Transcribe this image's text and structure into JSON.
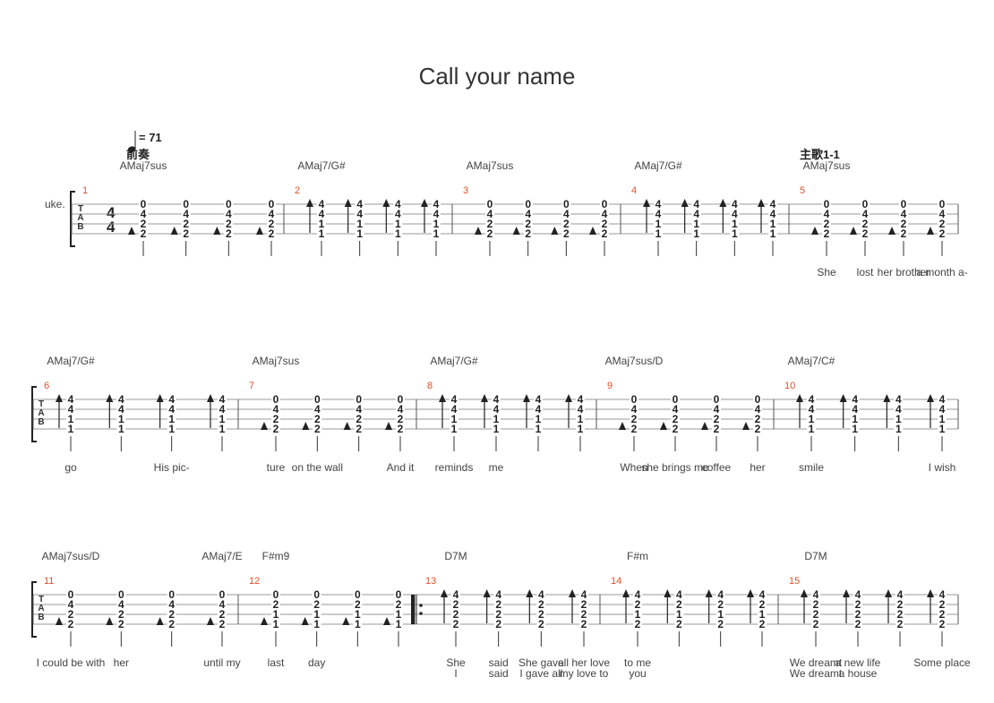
{
  "title": "Call your name",
  "tempo": "= 71",
  "instrument": "uke.",
  "tab_label": [
    "T",
    "A",
    "B"
  ],
  "time_signature": [
    "4",
    "4"
  ],
  "sections": [
    "前奏",
    "主歌1-1"
  ],
  "systems": [
    {
      "measures": [
        {
          "num": "1",
          "chords": [
            "AMaj7sus"
          ],
          "beats": [
            [
              "0",
              "4",
              "2",
              "2"
            ],
            [
              "0",
              "4",
              "2",
              "2"
            ],
            [
              "0",
              "4",
              "2",
              "2"
            ],
            [
              "0",
              "4",
              "2",
              "2"
            ]
          ],
          "lyrics": []
        },
        {
          "num": "2",
          "chords": [
            "AMaj7/G#"
          ],
          "beats": [
            [
              "4",
              "4",
              "1",
              "1"
            ],
            [
              "4",
              "4",
              "1",
              "1"
            ],
            [
              "4",
              "4",
              "1",
              "1"
            ],
            [
              "4",
              "4",
              "1",
              "1"
            ]
          ],
          "lyrics": []
        },
        {
          "num": "3",
          "chords": [
            "AMaj7sus"
          ],
          "beats": [
            [
              "0",
              "4",
              "2",
              "2"
            ],
            [
              "0",
              "4",
              "2",
              "2"
            ],
            [
              "0",
              "4",
              "2",
              "2"
            ],
            [
              "0",
              "4",
              "2",
              "2"
            ]
          ],
          "lyrics": []
        },
        {
          "num": "4",
          "chords": [
            "AMaj7/G#"
          ],
          "beats": [
            [
              "4",
              "4",
              "1",
              "1"
            ],
            [
              "4",
              "4",
              "1",
              "1"
            ],
            [
              "4",
              "4",
              "1",
              "1"
            ],
            [
              "4",
              "4",
              "1",
              "1"
            ]
          ],
          "lyrics": []
        },
        {
          "num": "5",
          "chords": [
            "AMaj7sus"
          ],
          "beats": [
            [
              "0",
              "4",
              "2",
              "2"
            ],
            [
              "0",
              "4",
              "2",
              "2"
            ],
            [
              "0",
              "4",
              "2",
              "2"
            ],
            [
              "0",
              "4",
              "2",
              "2"
            ]
          ],
          "lyrics": [
            "She",
            "lost",
            "her brother",
            "a month a-"
          ]
        }
      ]
    },
    {
      "measures": [
        {
          "num": "6",
          "chords": [
            "AMaj7/G#"
          ],
          "beats": [
            [
              "4",
              "4",
              "1",
              "1"
            ],
            [
              "4",
              "4",
              "1",
              "1"
            ],
            [
              "4",
              "4",
              "1",
              "1"
            ],
            [
              "4",
              "4",
              "1",
              "1"
            ]
          ],
          "lyrics": [
            "go",
            "",
            "His pic-",
            ""
          ]
        },
        {
          "num": "7",
          "chords": [
            "AMaj7sus"
          ],
          "beats": [
            [
              "0",
              "4",
              "2",
              "2"
            ],
            [
              "0",
              "4",
              "2",
              "2"
            ],
            [
              "0",
              "4",
              "2",
              "2"
            ],
            [
              "0",
              "4",
              "2",
              "2"
            ]
          ],
          "lyrics": [
            "ture",
            "on the wall",
            "",
            "And it"
          ]
        },
        {
          "num": "8",
          "chords": [
            "AMaj7/G#"
          ],
          "beats": [
            [
              "4",
              "4",
              "1",
              "1"
            ],
            [
              "4",
              "4",
              "1",
              "1"
            ],
            [
              "4",
              "4",
              "1",
              "1"
            ],
            [
              "4",
              "4",
              "1",
              "1"
            ]
          ],
          "lyrics": [
            "reminds",
            "me",
            "",
            ""
          ]
        },
        {
          "num": "9",
          "chords": [
            "AMaj7sus/D"
          ],
          "beats": [
            [
              "0",
              "4",
              "2",
              "2"
            ],
            [
              "0",
              "4",
              "2",
              "2"
            ],
            [
              "0",
              "4",
              "2",
              "2"
            ],
            [
              "0",
              "4",
              "2",
              "2"
            ]
          ],
          "lyrics": [
            "When",
            "she brings me",
            "coffee",
            "her"
          ]
        },
        {
          "num": "10",
          "chords": [
            "AMaj7/C#"
          ],
          "beats": [
            [
              "4",
              "4",
              "1",
              "1"
            ],
            [
              "4",
              "4",
              "1",
              "1"
            ],
            [
              "4",
              "4",
              "1",
              "1"
            ],
            [
              "4",
              "4",
              "1",
              "1"
            ]
          ],
          "lyrics": [
            "smile",
            "",
            "",
            "I wish"
          ]
        }
      ]
    },
    {
      "measures": [
        {
          "num": "11",
          "chords": [
            "AMaj7sus/D",
            "AMaj7/E"
          ],
          "beats": [
            [
              "0",
              "4",
              "2",
              "2"
            ],
            [
              "0",
              "4",
              "2",
              "2"
            ],
            [
              "0",
              "4",
              "2",
              "2"
            ],
            [
              "0",
              "4",
              "2",
              "2"
            ]
          ],
          "lyrics": [
            "I could be with",
            "her",
            "",
            "until my"
          ]
        },
        {
          "num": "12",
          "chords": [
            "F#m9"
          ],
          "beats": [
            [
              "0",
              "2",
              "1",
              "1"
            ],
            [
              "0",
              "2",
              "1",
              "1"
            ],
            [
              "0",
              "2",
              "1",
              "1"
            ],
            [
              "0",
              "2",
              "1",
              "1"
            ]
          ],
          "lyrics": [
            "last",
            "day",
            "",
            ""
          ]
        },
        {
          "num": "13",
          "chords": [
            "D7M"
          ],
          "repeat_start": true,
          "beats": [
            [
              "4",
              "2",
              "2",
              "2"
            ],
            [
              "4",
              "2",
              "2",
              "2"
            ],
            [
              "4",
              "2",
              "2",
              "2"
            ],
            [
              "4",
              "2",
              "2",
              "2"
            ]
          ],
          "lyrics": [
            "She",
            "said",
            "She gave",
            "all her love"
          ],
          "lyrics2": [
            "I",
            "said",
            "I gave all",
            "my love to"
          ]
        },
        {
          "num": "14",
          "chords": [
            "F#m"
          ],
          "beats": [
            [
              "4",
              "2",
              "1",
              "2"
            ],
            [
              "4",
              "2",
              "1",
              "2"
            ],
            [
              "4",
              "2",
              "1",
              "2"
            ],
            [
              "4",
              "2",
              "1",
              "2"
            ]
          ],
          "lyrics": [
            "to me",
            "",
            "",
            ""
          ],
          "lyrics2": [
            "you",
            "",
            "",
            ""
          ]
        },
        {
          "num": "15",
          "chords": [
            "D7M"
          ],
          "beats": [
            [
              "4",
              "2",
              "2",
              "2"
            ],
            [
              "4",
              "2",
              "2",
              "2"
            ],
            [
              "4",
              "2",
              "2",
              "2"
            ],
            [
              "4",
              "2",
              "2",
              "2"
            ]
          ],
          "lyrics": [
            "We dreamt",
            "a new life",
            "",
            "Some place"
          ],
          "lyrics2": [
            "We dreamt",
            "a house",
            "",
            ""
          ]
        }
      ]
    }
  ]
}
